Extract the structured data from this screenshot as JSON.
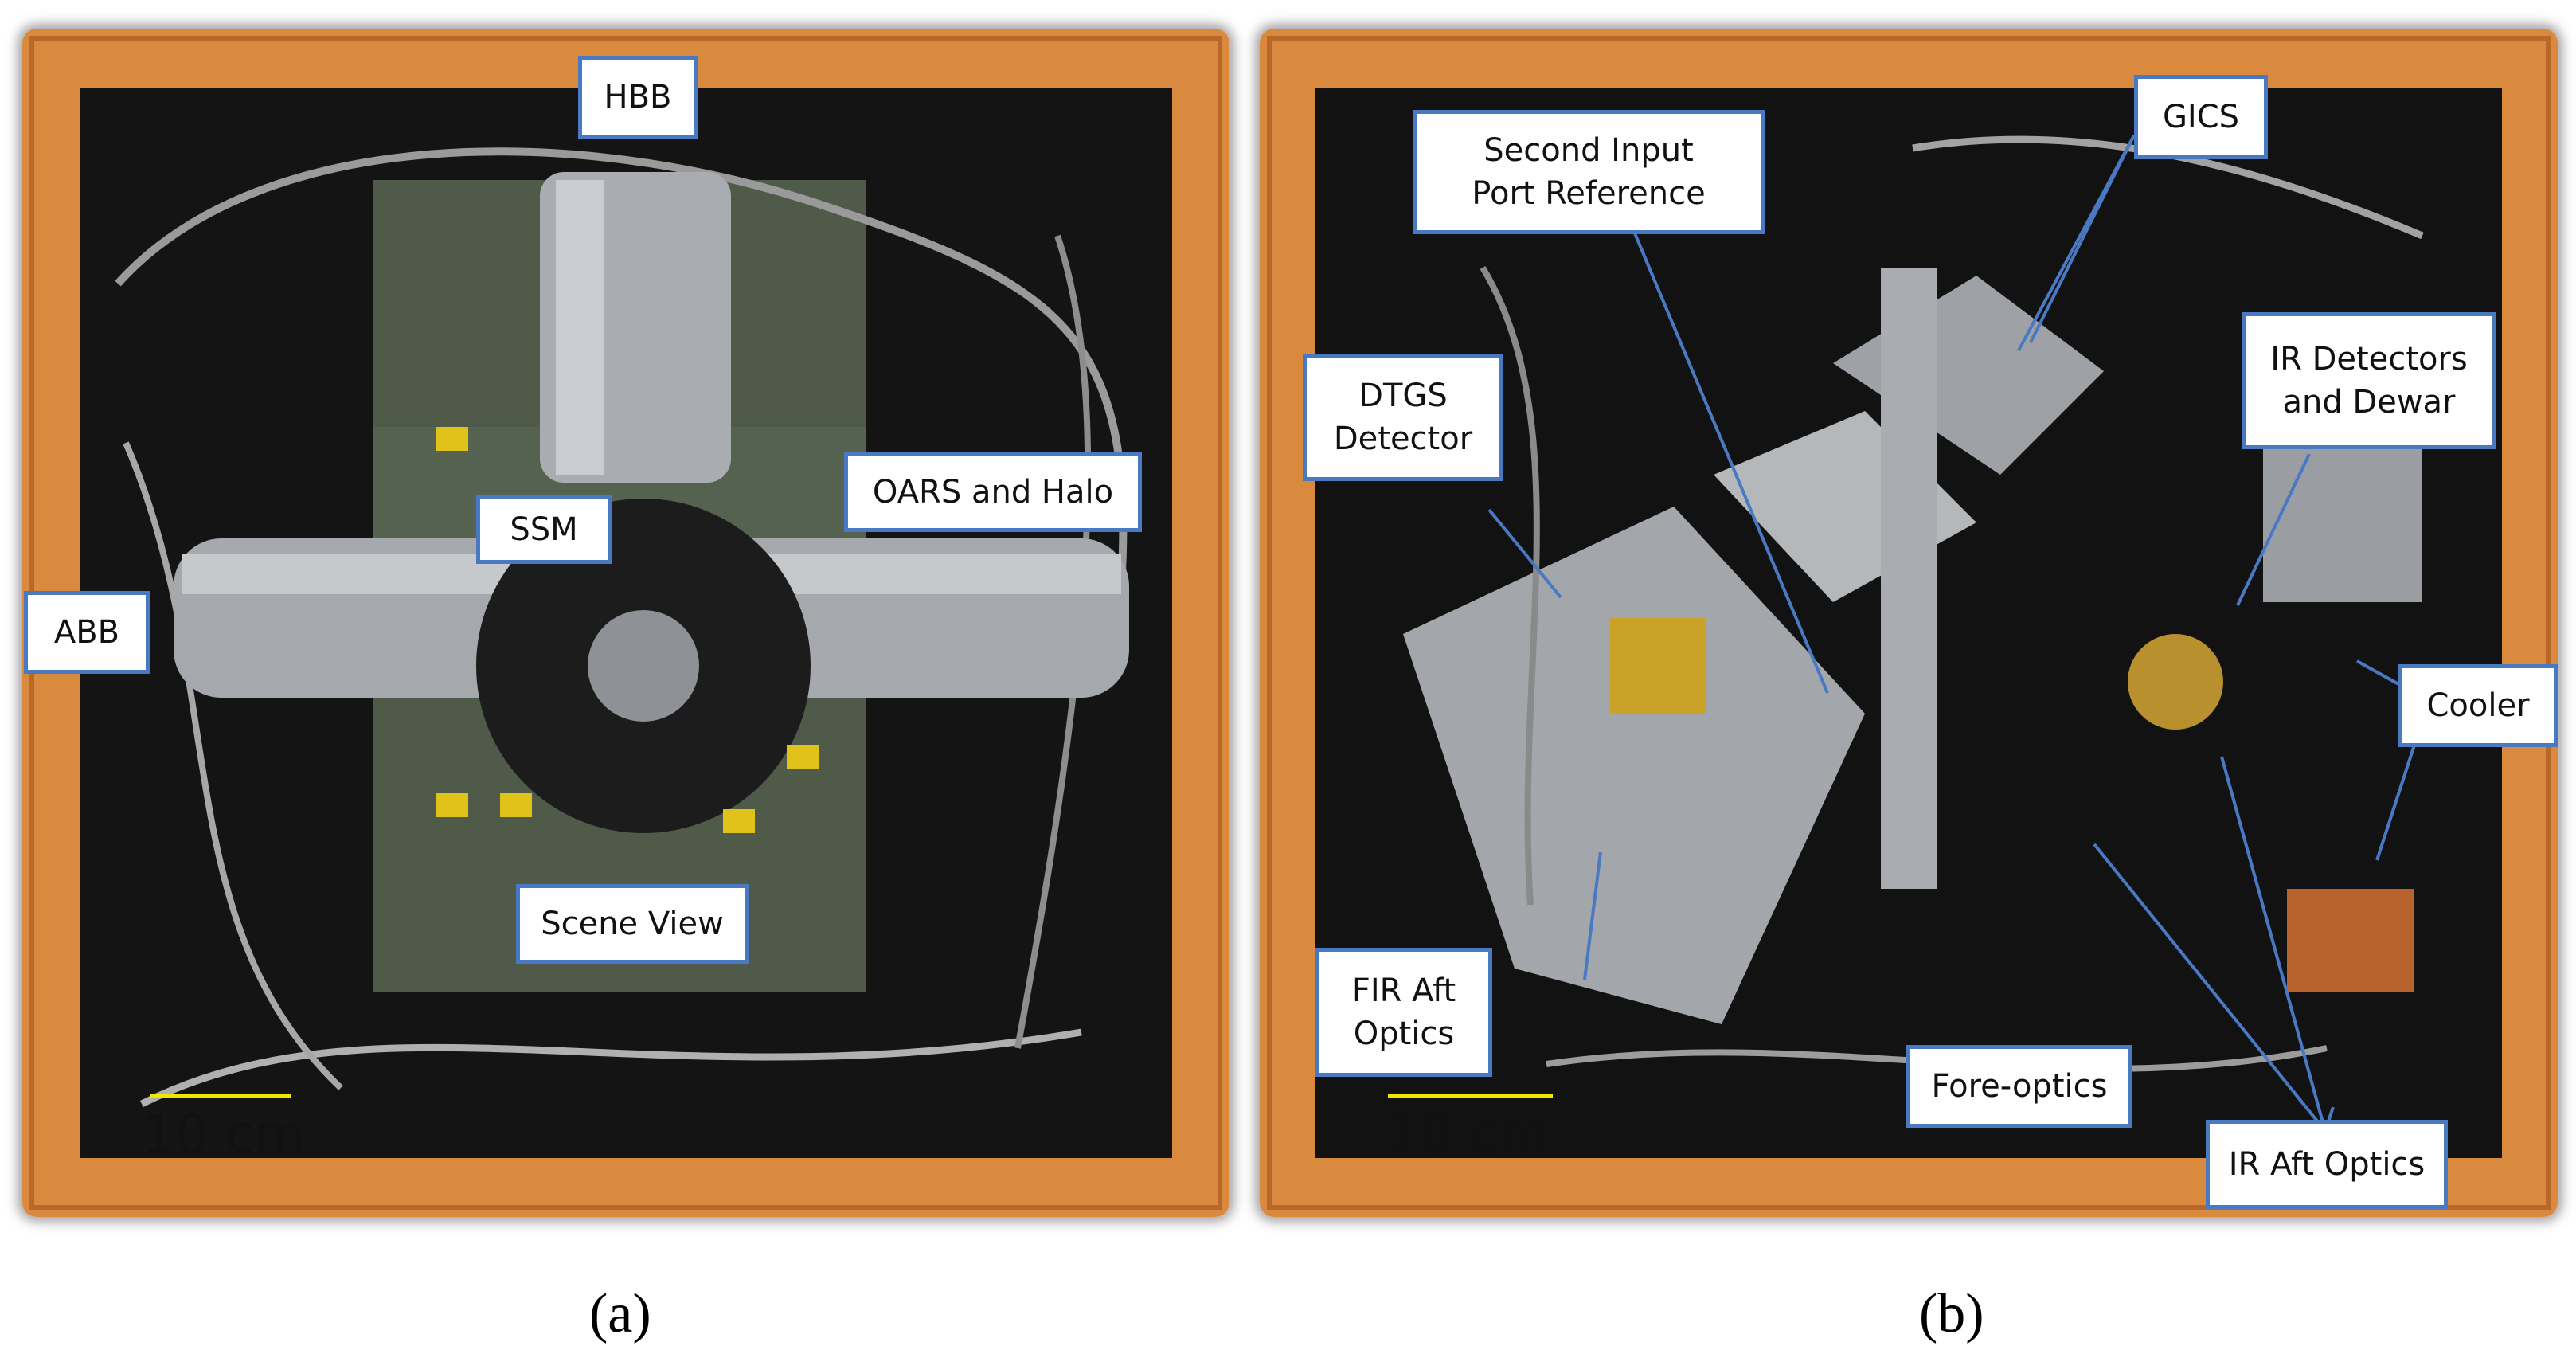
{
  "panel_a": {
    "labels": {
      "hbb": "HBB",
      "ssm": "SSM",
      "oars": "OARS and Halo",
      "abb": "ABB",
      "scene": "Scene View"
    },
    "scale_bar": "10 cm",
    "caption": "(a)"
  },
  "panel_b": {
    "labels": {
      "second_input": "Second Input\nPort Reference",
      "gics": "GICS",
      "dtgs": "DTGS\nDetector",
      "ir_detectors": "IR Detectors\nand Dewar",
      "cooler": "Cooler",
      "fir": "FIR Aft\nOptics",
      "fore_optics": "Fore-optics",
      "ir_aft": "IR Aft Optics"
    },
    "scale_bar": "10 cm",
    "caption": "(b)"
  },
  "colors": {
    "frame_orange": "#d98a3f",
    "callout_blue": "#4a79c4",
    "scale_yellow": "#f2e600"
  }
}
